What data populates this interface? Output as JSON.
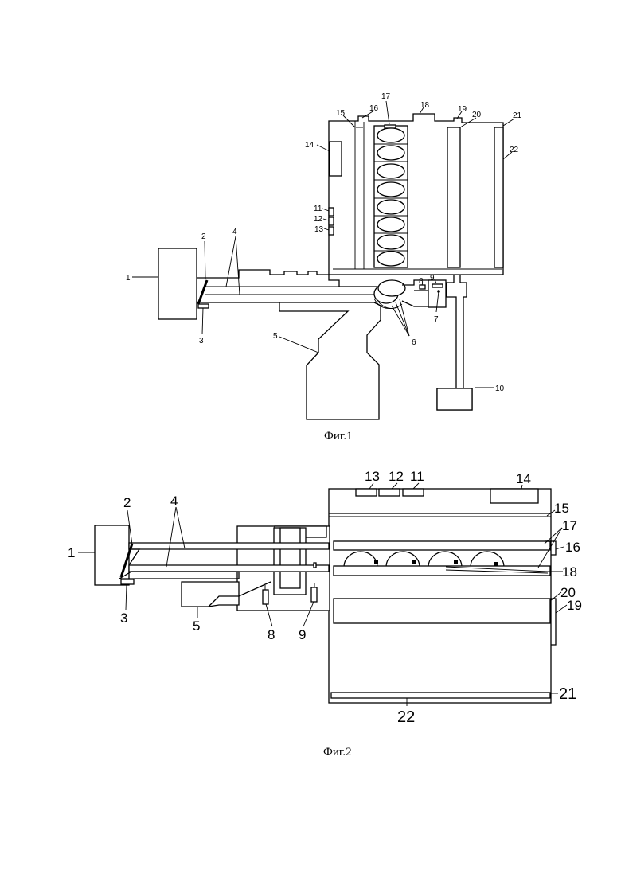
{
  "figures": [
    {
      "caption": "Фиг.1",
      "labels": [
        "1",
        "2",
        "3",
        "4",
        "5",
        "6",
        "7",
        "8",
        "9",
        "10",
        "11",
        "12",
        "13",
        "14",
        "15",
        "16",
        "17",
        "18",
        "19",
        "20",
        "21",
        "22"
      ]
    },
    {
      "caption": "Фиг.2",
      "labels": [
        "1",
        "2",
        "3",
        "4",
        "5",
        "8",
        "9",
        "11",
        "12",
        "13",
        "14",
        "15",
        "16",
        "17",
        "18",
        "19",
        "20",
        "21",
        "22"
      ]
    }
  ]
}
